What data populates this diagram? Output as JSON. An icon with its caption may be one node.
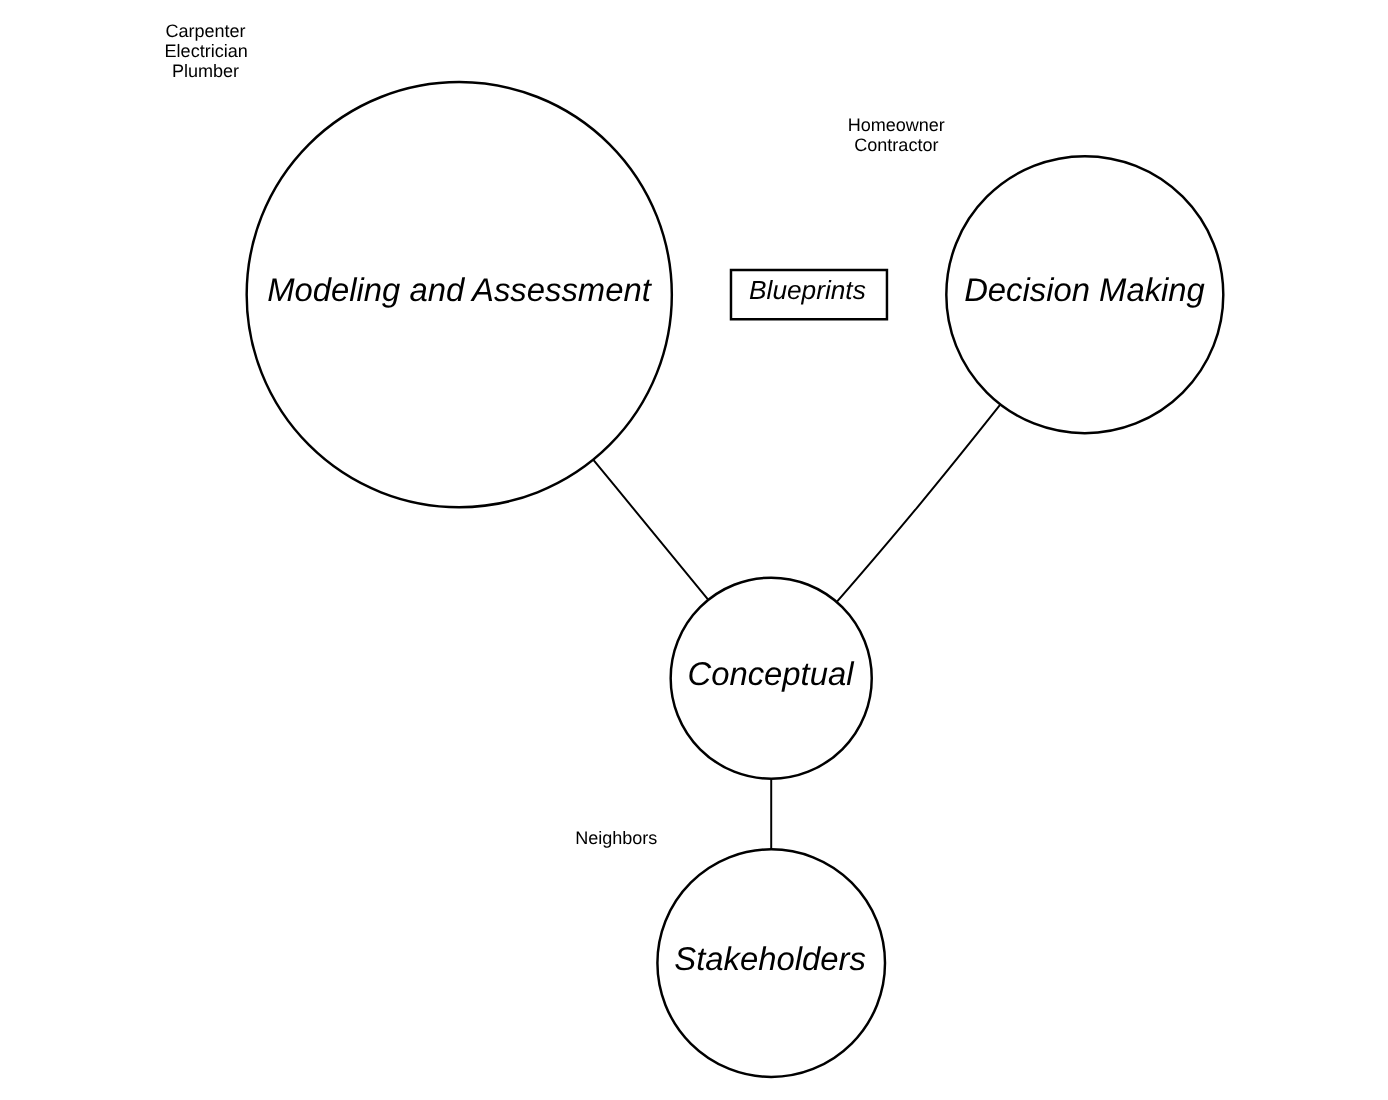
{
  "diagram": {
    "nodes": [
      {
        "text": [
          "Modeling and Assessment"
        ],
        "beside": [
          "Carpenter",
          "Electrician",
          "Plumber"
        ]
      },
      {
        "text": [
          "Blueprints"
        ]
      },
      {
        "text": [
          "Decision Making"
        ],
        "beside": [
          "Homeowner",
          "Contractor"
        ]
      },
      {
        "text": [
          "Conceptual"
        ]
      },
      {
        "text": [
          "Stakeholders"
        ],
        "beside": [
          "Neighbors"
        ]
      }
    ],
    "edges": [
      {
        "from": 0,
        "to": 3,
        "arrow": "none"
      },
      {
        "from": 2,
        "to": 3,
        "arrow": "none"
      },
      {
        "from": 3,
        "to": 4,
        "arrow": "none"
      }
    ]
  }
}
